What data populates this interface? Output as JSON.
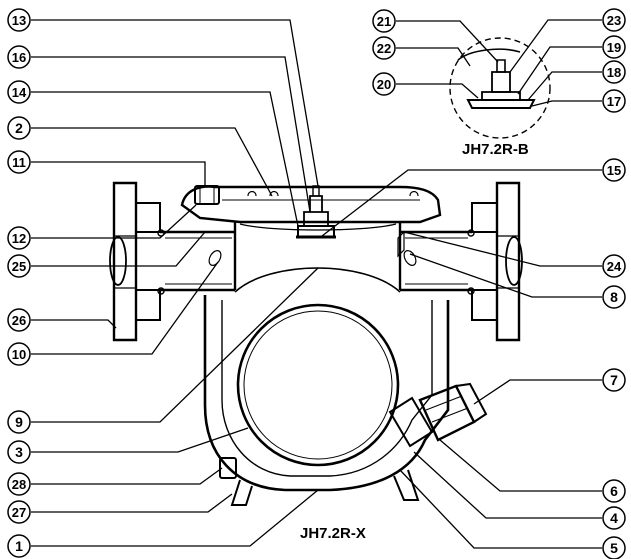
{
  "diagram": {
    "callouts": [
      {
        "id": "c13",
        "label": "13"
      },
      {
        "id": "c16",
        "label": "16"
      },
      {
        "id": "c14",
        "label": "14"
      },
      {
        "id": "c2",
        "label": "2"
      },
      {
        "id": "c11",
        "label": "11"
      },
      {
        "id": "c12",
        "label": "12"
      },
      {
        "id": "c25",
        "label": "25"
      },
      {
        "id": "c26",
        "label": "26"
      },
      {
        "id": "c10",
        "label": "10"
      },
      {
        "id": "c9",
        "label": "9"
      },
      {
        "id": "c3",
        "label": "3"
      },
      {
        "id": "c28",
        "label": "28"
      },
      {
        "id": "c27",
        "label": "27"
      },
      {
        "id": "c1",
        "label": "1"
      },
      {
        "id": "c21",
        "label": "21"
      },
      {
        "id": "c22",
        "label": "22"
      },
      {
        "id": "c20",
        "label": "20"
      },
      {
        "id": "c23",
        "label": "23"
      },
      {
        "id": "c19",
        "label": "19"
      },
      {
        "id": "c18",
        "label": "18"
      },
      {
        "id": "c17",
        "label": "17"
      },
      {
        "id": "c15",
        "label": "15"
      },
      {
        "id": "c24",
        "label": "24"
      },
      {
        "id": "c8",
        "label": "8"
      },
      {
        "id": "c7",
        "label": "7"
      },
      {
        "id": "c6",
        "label": "6"
      },
      {
        "id": "c4",
        "label": "4"
      },
      {
        "id": "c5",
        "label": "5"
      }
    ],
    "detail_label": "JH7.2R-B",
    "main_label": "JH7.2R-X"
  }
}
